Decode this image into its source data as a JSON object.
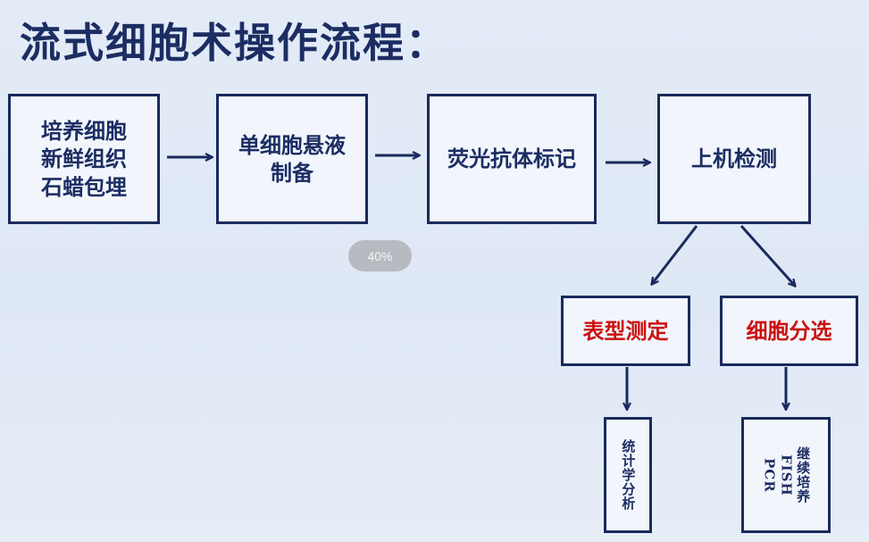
{
  "title": "流式细胞术操作流程：",
  "zoom_badge": "40%",
  "steps": {
    "sample": "培养细胞\n新鲜组织\n石蜡包埋",
    "suspension": "单细胞悬液\n制备",
    "labeling": "荧光抗体标记",
    "acquisition": "上机检测"
  },
  "branches": {
    "phenotype": "表型测定",
    "sorting": "细胞分选"
  },
  "outcomes": {
    "statistics": "统计学分析",
    "downstream": [
      "继续培养",
      "FISH",
      "PCR"
    ]
  },
  "colors": {
    "dark_blue": "#1a2a5c",
    "red": "#cc1010"
  }
}
